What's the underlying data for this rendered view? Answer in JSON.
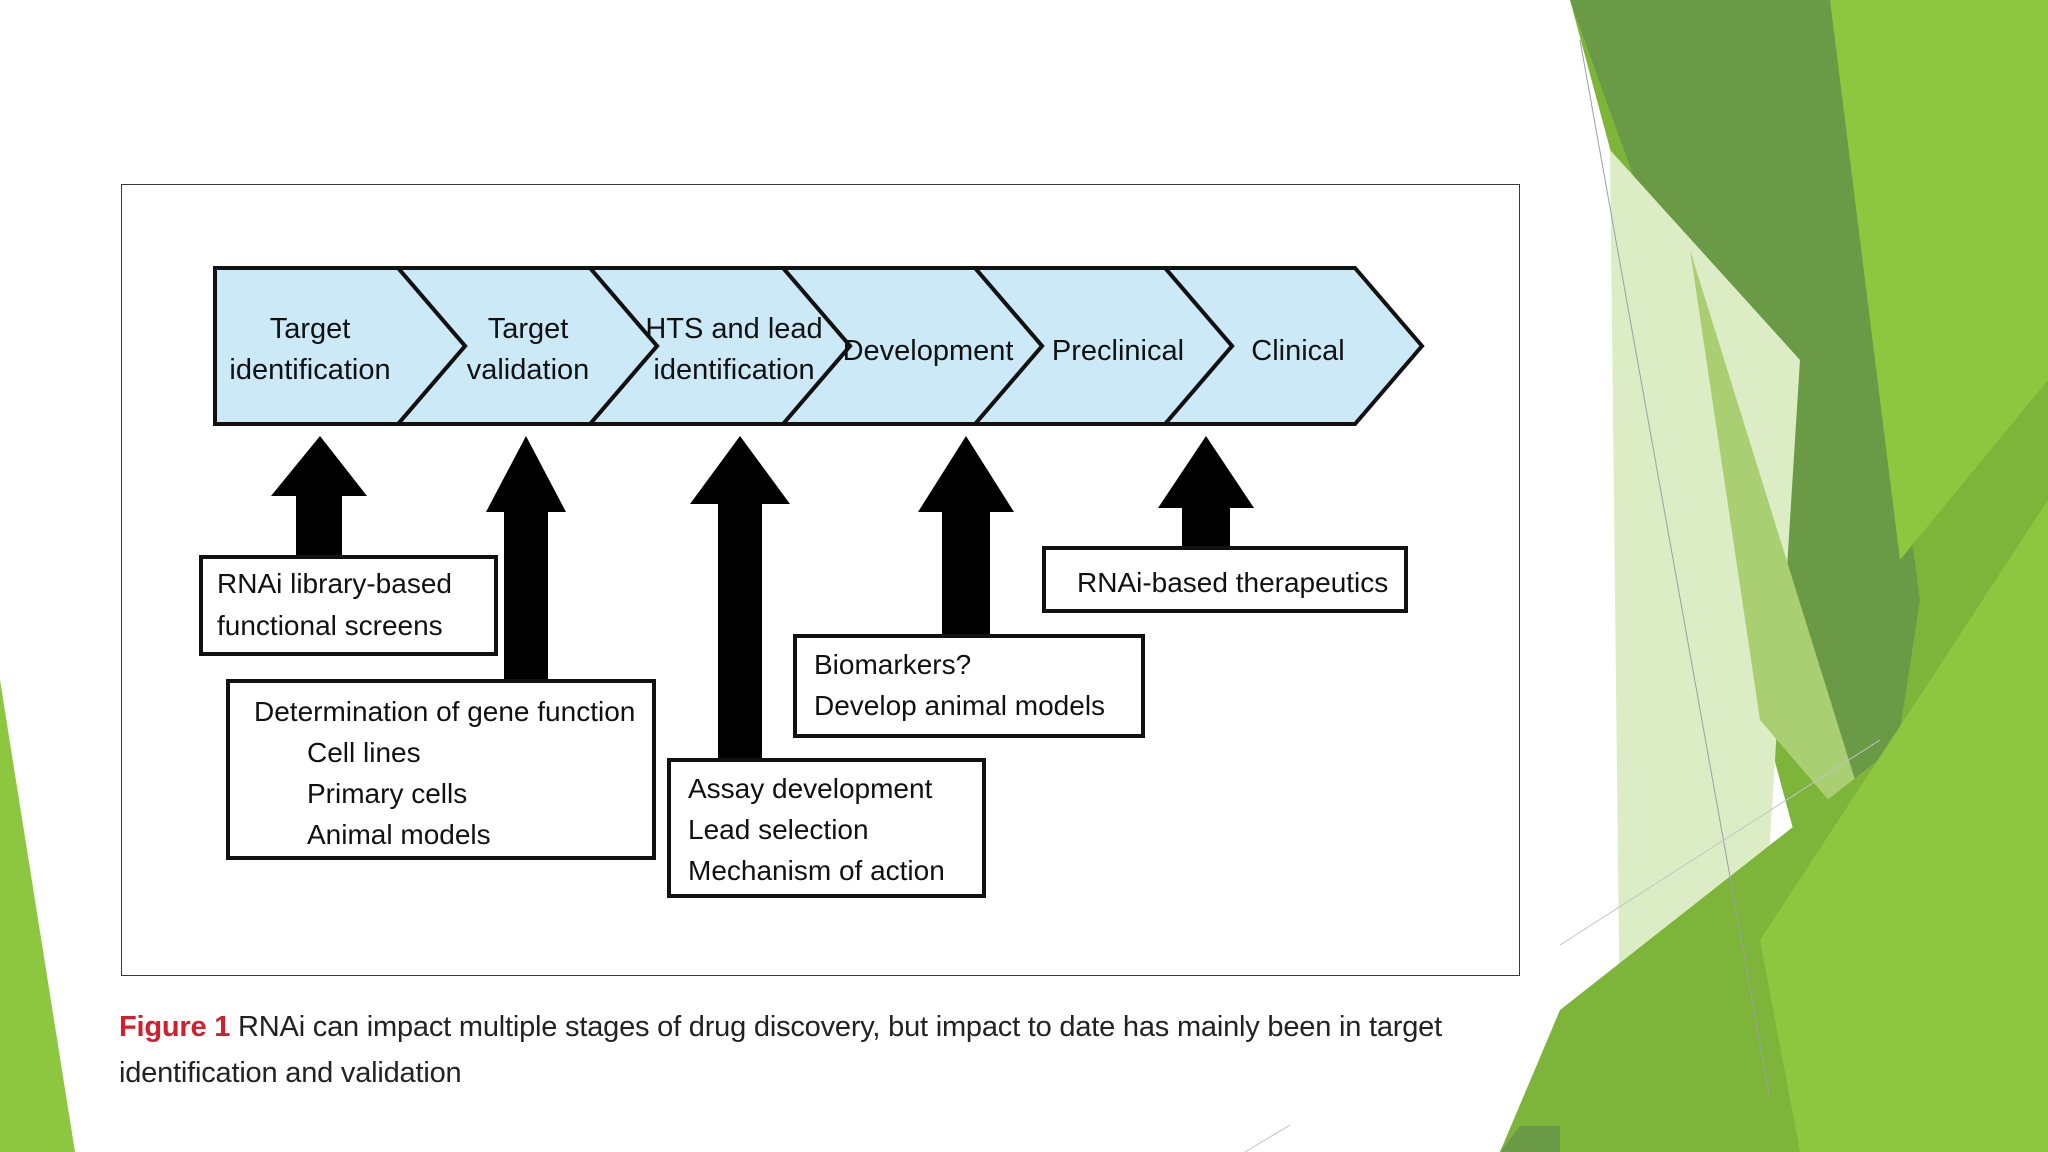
{
  "theme": {
    "accent_dark": "#6a9a45",
    "accent_mid": "#7db43a",
    "accent_light": "#8dc63f",
    "accent_pale": "#dcecc4",
    "stage_fill": "#cce9f8",
    "caption_label_color": "#d0202e"
  },
  "stages": [
    {
      "line1": "Target",
      "line2": "identification"
    },
    {
      "line1": "Target",
      "line2": "validation"
    },
    {
      "line1": "HTS and lead",
      "line2": "identification"
    },
    {
      "line1": "Development",
      "line2": ""
    },
    {
      "line1": "Preclinical",
      "line2": ""
    },
    {
      "line1": "Clinical",
      "line2": ""
    }
  ],
  "boxes": [
    {
      "lines": [
        "RNAi library-based",
        "functional screens"
      ]
    },
    {
      "lines": [
        "Determination of gene function",
        "Cell lines",
        "Primary cells",
        "Animal models"
      ]
    },
    {
      "lines": [
        "Assay development",
        "Lead selection",
        "Mechanism of action"
      ]
    },
    {
      "lines": [
        "Biomarkers?",
        "Develop animal models"
      ]
    },
    {
      "lines": [
        "RNAi-based therapeutics"
      ]
    }
  ],
  "caption": {
    "label": "Figure 1",
    "text": " RNAi can impact multiple stages of drug discovery, but impact to date has mainly been in target identification and validation"
  }
}
